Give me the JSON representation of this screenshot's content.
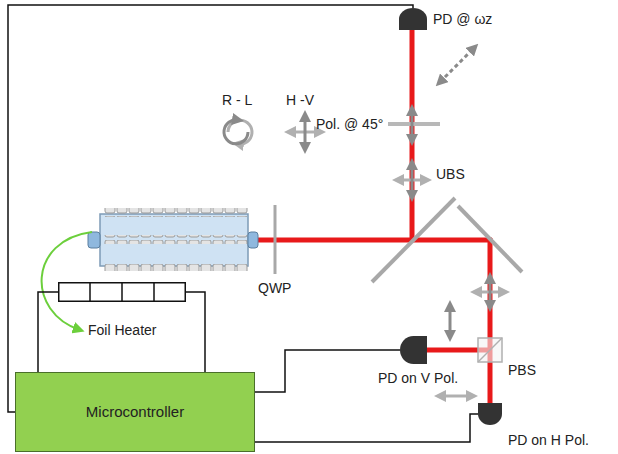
{
  "diagram": {
    "nodes": [
      {
        "text": [
          "PD @ ωz"
        ]
      },
      {
        "text": [
          "Foil Heater"
        ]
      },
      {
        "text": [
          "PD on V Pol."
        ]
      },
      {
        "text": [
          "Microcontroller"
        ]
      },
      {
        "text": [
          "PD on H Pol."
        ]
      }
    ],
    "edges": [
      {
        "from": 3,
        "to": 0,
        "arrow": "none"
      },
      {
        "from": 3,
        "to": 1,
        "arrow": "none"
      },
      {
        "from": 3,
        "to": 2,
        "arrow": "none"
      },
      {
        "from": 3,
        "to": 4,
        "arrow": "none"
      }
    ],
    "labels": [
      "R - L",
      "H -V",
      "QWP",
      "UBS",
      "Pol. @ 45°",
      "PBS"
    ]
  }
}
